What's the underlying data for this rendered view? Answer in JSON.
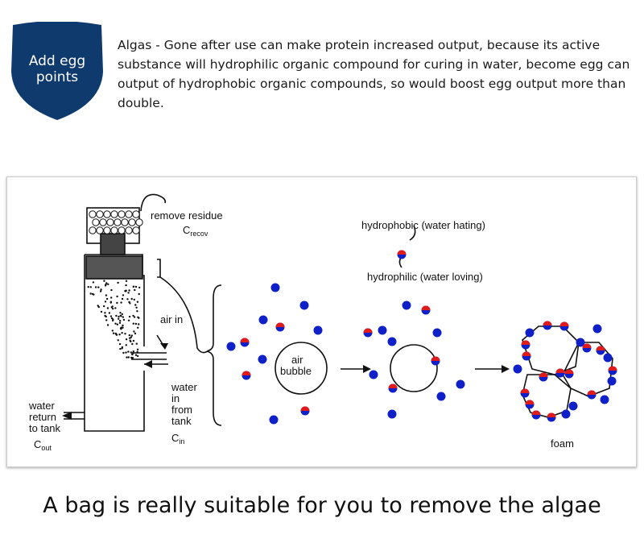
{
  "badge": {
    "label": "Add egg points",
    "color": "#0e3a6e"
  },
  "intro_text": "Algas - Gone after use can make protein increased output, because its active substance will hydrophilic organic compound for curing in water, become egg can output of hydrophobic organic compounds, so would boost egg output more than double.",
  "diagram": {
    "remove_residue": "remove residue",
    "c_recov_main": "C",
    "c_recov_sub": "recov",
    "air_in": "air in",
    "water_in_lines": [
      "water",
      "in",
      "from",
      "tank"
    ],
    "c_in_main": "C",
    "c_in_sub": "in",
    "water_return_lines": [
      "water",
      "return",
      "to tank"
    ],
    "c_out_main": "C",
    "c_out_sub": "out",
    "hydrophobic": "hydrophobic (water hating)",
    "hydrophilic": "hydrophilic (water loving)",
    "air_bubble_lines": [
      "air",
      "bubble"
    ],
    "foam": "foam",
    "colors": {
      "hydrophilic": "#1020c8",
      "hydrophobic": "#e01b1b"
    }
  },
  "caption": "A bag is really suitable for you to remove the algae"
}
